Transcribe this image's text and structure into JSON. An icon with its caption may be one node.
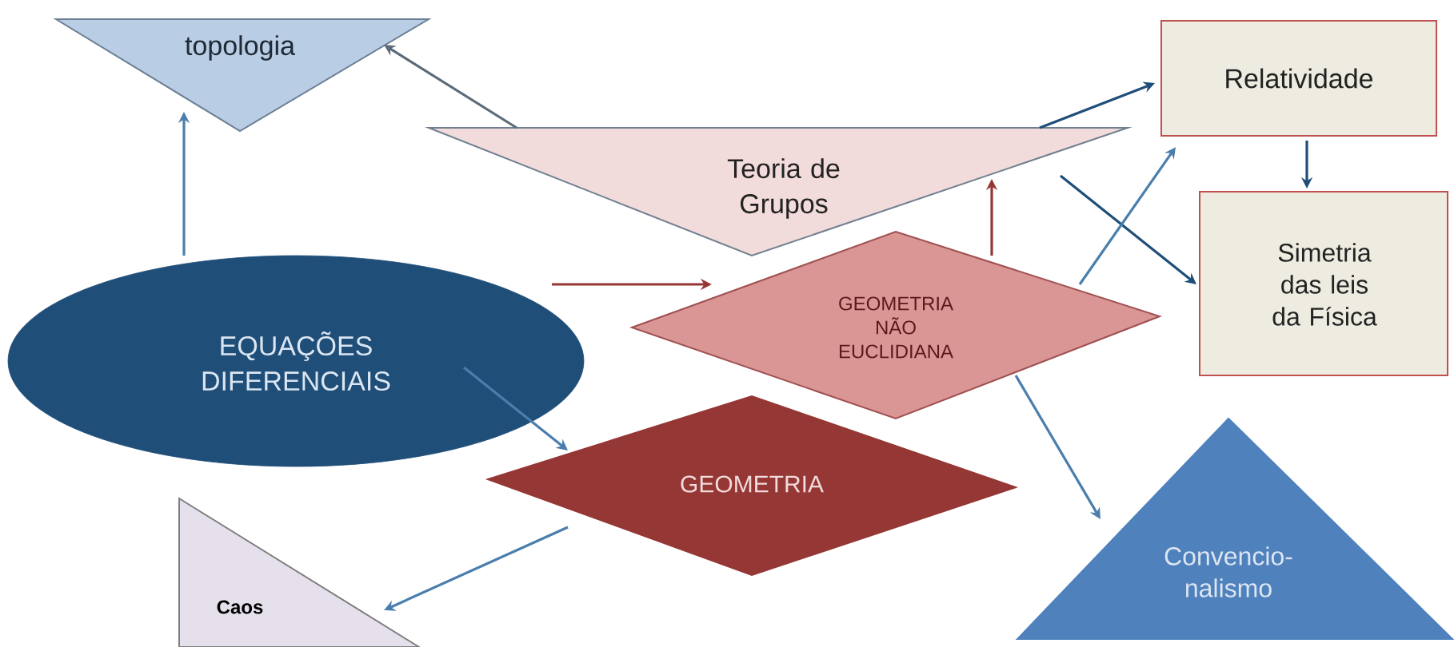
{
  "diagram": {
    "nodes": [
      {
        "text": [
          "topologia"
        ]
      },
      {
        "text": [
          "Teoria de Grupos"
        ]
      },
      {
        "text": [
          "Relatividade"
        ]
      },
      {
        "text": [
          "EQUAÇÕES DIFERENCIAIS"
        ]
      },
      {
        "text": [
          "GEOMETRIA NÃO EUCLIDIANA"
        ]
      },
      {
        "text": [
          "Simetria das leis da Física"
        ]
      },
      {
        "text": [
          "GEOMETRIA"
        ]
      },
      {
        "text": [
          "Caos"
        ]
      },
      {
        "text": [
          "Convencio- nalismo"
        ]
      }
    ],
    "edges": [
      {
        "from": 3,
        "to": 0,
        "arrow": "to"
      },
      {
        "from": 1,
        "to": 0,
        "arrow": "to",
        "color": "#5b6b7a"
      },
      {
        "from": 3,
        "to": 4,
        "arrow": "to",
        "color": "#953735"
      },
      {
        "from": 4,
        "to": 1,
        "arrow": "to",
        "color": "#953735"
      },
      {
        "from": 1,
        "to": 2,
        "arrow": "to",
        "color": "#1f4e79"
      },
      {
        "from": 2,
        "to": 5,
        "arrow": "to",
        "color": "#1f4e79"
      },
      {
        "from": 1,
        "to": 5,
        "arrow": "to",
        "color": "#1f4e79"
      },
      {
        "from": 4,
        "to": 2,
        "arrow": "to"
      },
      {
        "from": 3,
        "to": 6,
        "arrow": "to"
      },
      {
        "from": 6,
        "to": 7,
        "arrow": "to"
      },
      {
        "from": 4,
        "to": 8,
        "arrow": "to"
      }
    ]
  }
}
